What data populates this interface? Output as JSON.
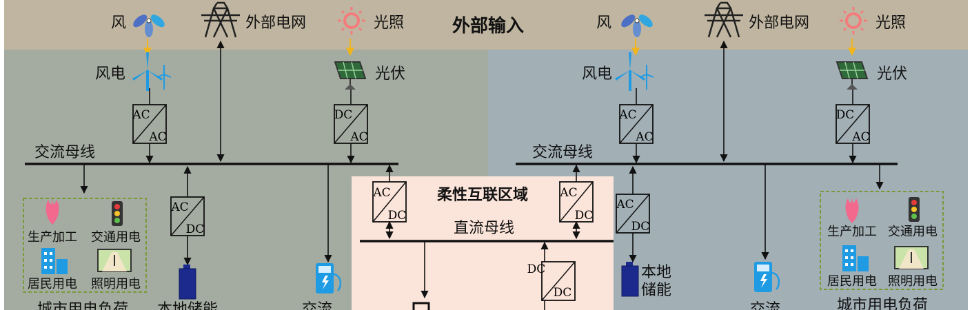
{
  "header": {
    "title": "外部输入"
  },
  "left": {
    "wind": "风",
    "grid": "外部电网",
    "light": "光照",
    "wind_power": "风电",
    "pv": "光伏",
    "conv_wind": [
      "AC",
      "AC"
    ],
    "conv_pv": [
      "DC",
      "AC"
    ],
    "ac_bus": "交流母线",
    "conv_storage": [
      "AC",
      "DC"
    ],
    "loads": {
      "production": "生产加工",
      "traffic": "交通用电",
      "residential": "居民用电",
      "lighting": "照明用电",
      "title": "城市用电负荷"
    },
    "storage": "本地储能",
    "charging": "交流"
  },
  "right": {
    "wind": "风",
    "grid": "外部电网",
    "light": "光照",
    "wind_power": "风电",
    "pv": "光伏",
    "conv_wind": [
      "AC",
      "AC"
    ],
    "conv_pv": [
      "DC",
      "AC"
    ],
    "ac_bus": "交流母线",
    "conv_storage": [
      "AC",
      "DC"
    ],
    "storage_1": "本地",
    "storage_2": "储能",
    "charging": "交流",
    "loads": {
      "production": "生产加工",
      "traffic": "交通用电",
      "residential": "居民用电",
      "lighting": "照明用电",
      "title": "城市用电负荷"
    }
  },
  "center": {
    "title": "柔性互联区域",
    "dc_bus": "直流母线",
    "conv_left": [
      "AC",
      "DC"
    ],
    "conv_right": [
      "AC",
      "DC"
    ],
    "conv_dcdc": [
      "DC",
      "DC"
    ]
  },
  "colors": {
    "top_band": "#bfb5a0",
    "left_bg": "#a4aca1",
    "right_bg": "#a2afb5",
    "center_bg": "#fbe4d9",
    "line": "#111111",
    "arrow_yellow": "#f1b51c",
    "blue_icon": "#1f9be4",
    "battery": "#1b2a8c",
    "flower": "#f2698d",
    "dash_box": "#7a9a3a"
  }
}
